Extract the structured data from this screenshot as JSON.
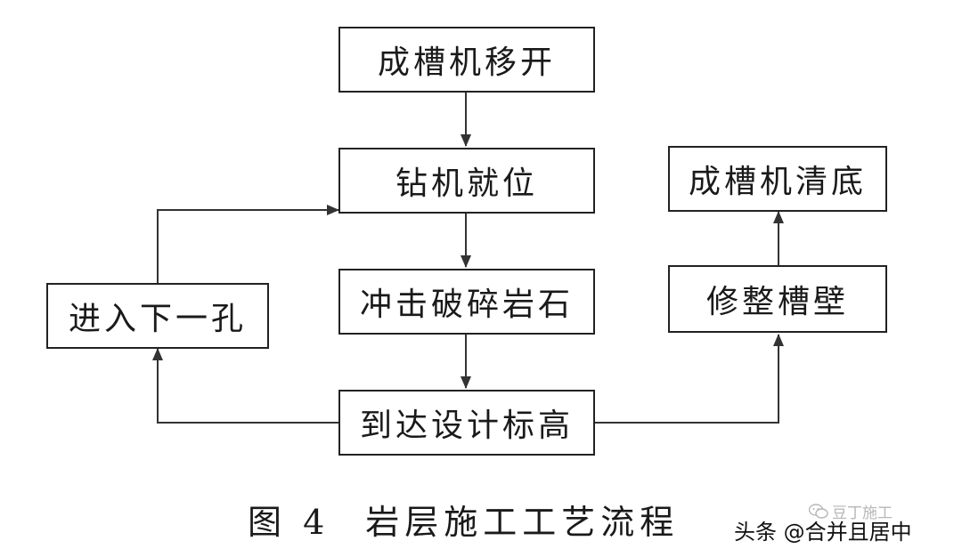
{
  "diagram": {
    "nodes": {
      "rig_move_away": "成槽机移开",
      "drill_in_place": "钻机就位",
      "impact_crush_rock": "冲击破碎岩石",
      "reach_design_elevation": "到达设计标高",
      "next_hole": "进入下一孔",
      "trim_trench_wall": "修整槽壁",
      "rig_clean_bottom": "成槽机清底"
    },
    "edges": [
      {
        "from": "rig_move_away",
        "to": "drill_in_place"
      },
      {
        "from": "drill_in_place",
        "to": "impact_crush_rock"
      },
      {
        "from": "impact_crush_rock",
        "to": "reach_design_elevation"
      },
      {
        "from": "reach_design_elevation",
        "to": "next_hole"
      },
      {
        "from": "next_hole",
        "to": "drill_in_place"
      },
      {
        "from": "reach_design_elevation",
        "to": "trim_trench_wall"
      },
      {
        "from": "trim_trench_wall",
        "to": "rig_clean_bottom"
      }
    ]
  },
  "caption": {
    "figure_number": "图 4",
    "title": "岩层施工工艺流程"
  },
  "watermark": {
    "text": "豆丁施工"
  },
  "credit": {
    "text": "头条 @合并且居中"
  },
  "colors": {
    "line": "#222222",
    "watermark": "#b7b7b7"
  }
}
